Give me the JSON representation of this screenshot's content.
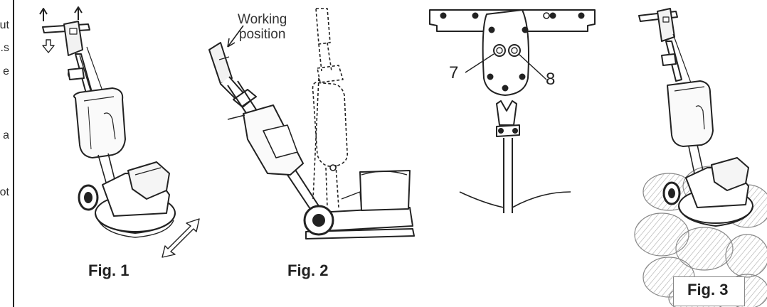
{
  "left_column_fragments": [
    "ut",
    "s.",
    "e",
    "a",
    "ot"
  ],
  "figures": {
    "fig1": {
      "label": "Fig. 1"
    },
    "fig2": {
      "label": "Fig. 2",
      "callout_line1": "Working",
      "callout_line2": "position"
    },
    "fig3": {
      "label": "Fig. 3"
    },
    "handle_detail": {
      "callout_7": "7",
      "callout_8": "8"
    }
  }
}
